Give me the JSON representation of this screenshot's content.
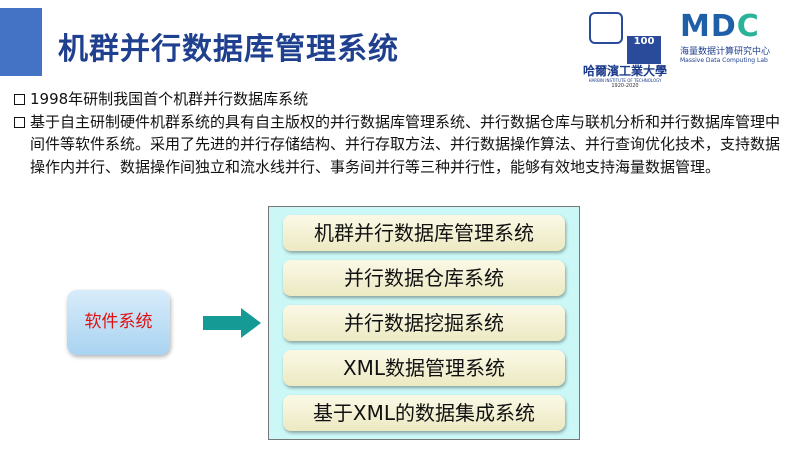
{
  "title": "机群并行数据库管理系统",
  "logos": {
    "hit_name_cn": "哈爾濱工業大學",
    "hit_name_en": "HARBIN INSTITUTE OF TECHNOLOGY",
    "hit_years": "1920-2020",
    "hit_centennial": "100",
    "mdc_logo": "MDC",
    "mdc_name_cn": "海量数据计算研究中心",
    "mdc_name_en": "Massive Data Computing Lab"
  },
  "bullets": [
    "1998年研制我国首个机群并行数据库系统",
    "基于自主研制硬件机群系统的具有自主版权的并行数据库管理系统、并行数据仓库与联机分析和并行数据库管理中间件等软件系统。采用了先进的并行存储结构、并行存取方法、并行数据操作算法、并行查询优化技术，支持数据操作内并行、数据操作间独立和流水线并行、事务间并行等三种并行性，能够有效地支持海量数据管理。"
  ],
  "diagram": {
    "source": "软件系统",
    "items": [
      "机群并行数据库管理系统",
      "并行数据仓库系统",
      "并行数据挖掘系统",
      "XML数据管理系统",
      "基于XML的数据集成系统"
    ]
  }
}
